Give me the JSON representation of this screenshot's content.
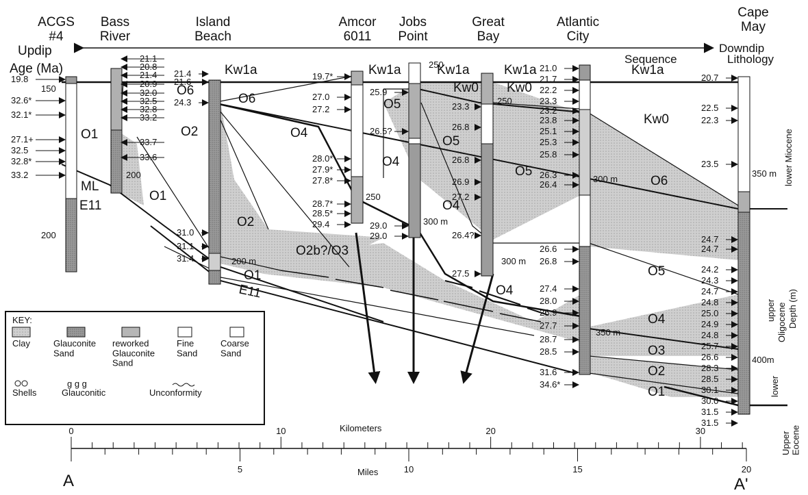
{
  "header": {
    "updip": "Updip",
    "downdip": "Downdip",
    "age_ma": "Age  (Ma)",
    "sequence": "Sequence",
    "lithology": "Lithology"
  },
  "wells": [
    {
      "name": "ACGS\n#4"
    },
    {
      "name": "Bass\nRiver"
    },
    {
      "name": "Island\nBeach"
    },
    {
      "name": "Amcor\n6011"
    },
    {
      "name": "Jobs\nPoint"
    },
    {
      "name": "Great\nBay"
    },
    {
      "name": "Atlantic\nCity"
    },
    {
      "name": "Cape\nMay"
    }
  ],
  "depth_marks": {
    "acgs_150": "150",
    "acgs_200": "200",
    "bass_200": "200",
    "island_200m": "200 m",
    "amcor_250": "250",
    "jobs_250": "250",
    "jobs_300m": "300 m",
    "great_250": "250",
    "great_300m": "300 m",
    "ac_300m": "300 m",
    "ac_350m": "350 m",
    "cm_350m": "350 m",
    "cm_400m": "400m"
  },
  "ages": {
    "acgs": [
      "19.8",
      "32.6*",
      "32.1*",
      "27.1+",
      "32.5",
      "32.8*",
      "33.2"
    ],
    "bass": [
      "21.1",
      "20.8",
      "21.4",
      "20.9",
      "32.0",
      "32.5",
      "32.8",
      "33.2",
      "33.7",
      "33.6"
    ],
    "island_top": [
      "21.4",
      "21.6",
      "24.3"
    ],
    "island_bottom": [
      "31.0",
      "31.1",
      "31.4"
    ],
    "amcor": [
      "19.7*",
      "27.0",
      "27.2",
      "28.0*",
      "27.9*",
      "27.8*",
      "28.7*",
      "28.5*",
      "29.4"
    ],
    "jobs": [
      "25.9",
      "26.5?",
      "29.0",
      "29.0"
    ],
    "great": [
      "23.3",
      "26.8",
      "26.8",
      "26.9",
      "27.2",
      "26.4?",
      "27.5"
    ],
    "ac": [
      "21.0",
      "21.7",
      "22.2",
      "23.3",
      "23.2",
      "23.8",
      "25.1",
      "25.3",
      "25.8",
      "26.3",
      "26.4",
      "26.6",
      "26.8",
      "27.4",
      "28.0",
      "26.9",
      "27.7",
      "28.7",
      "28.5",
      "31.6",
      "34.6*"
    ],
    "cm": [
      "20.7",
      "22.5",
      "22.3",
      "23.5",
      "24.7",
      "24.7",
      "24.2",
      "24.3",
      "24.7",
      "24.8",
      "25.0",
      "24.9",
      "24.8",
      "25.7",
      "26.6",
      "28.3",
      "28.5",
      "30.1",
      "30.0",
      "31.5",
      "31.5"
    ]
  },
  "sequences": {
    "kw1a_island": "Kw1a",
    "kw1a_amcor": "Kw1a",
    "kw1a_jobs": "Kw1a",
    "kw1a_great": "Kw1a",
    "kw1a_cm": "Kw1a",
    "kw0_jobs": "Kw0",
    "kw0_great": "Kw0",
    "kw0_cm": "Kw0",
    "o6_island": "O6",
    "o6_top": "O6",
    "o6_ac": "O6",
    "o5_amcor": "O5",
    "o5_jobs": "O5",
    "o5_great": "O5",
    "o5_ac": "O5",
    "o4_mid": "O4",
    "o4_amcor": "O4",
    "o4_great": "O4",
    "o4_low": "O4",
    "o4_ac": "O4",
    "o3_ac": "O3",
    "o2_island": "O2",
    "o2_mid": "O2",
    "o2_ac": "O2",
    "o2b_o3": "O2b?/O3",
    "o1_acgs": "O1",
    "o1_bass": "O1",
    "o1_mid": "O1",
    "o1_ac": "O1",
    "ml": "ML",
    "e11_acgs": "E11",
    "e11_mid": "E11"
  },
  "epochs": {
    "lower_miocene": "lower Miocene",
    "upper_oligocene": "upper",
    "oligocene": "Oligocene",
    "lower": "lower",
    "depth_m": "Depth (m)",
    "upper_eocene": "Upper\nEocene"
  },
  "key": {
    "title": "KEY:",
    "clay": "Clay",
    "glauconite_sand": "Glauconite\nSand",
    "reworked": "reworked\nGlauconite\nSand",
    "fine_sand": "Fine\nSand",
    "coarse_sand": "Coarse\nSand",
    "shells": "Shells",
    "glauconitic": "Glauconitic",
    "glauconitic_symbol": "g g g",
    "unconformity": "Unconformity"
  },
  "scale": {
    "km_label": "Kilometers",
    "km_ticks": [
      "0",
      "10",
      "20",
      "30"
    ],
    "miles_label": "Miles",
    "mile_ticks": [
      "5",
      "10",
      "15",
      "20"
    ],
    "end_a": "A",
    "end_a_prime": "A'"
  },
  "colors": {
    "clay": "#d2d2d2",
    "glauconite_sand": "#9c9c9c",
    "reworked": "#b6b6b6",
    "shade": "#d8d8d8"
  }
}
